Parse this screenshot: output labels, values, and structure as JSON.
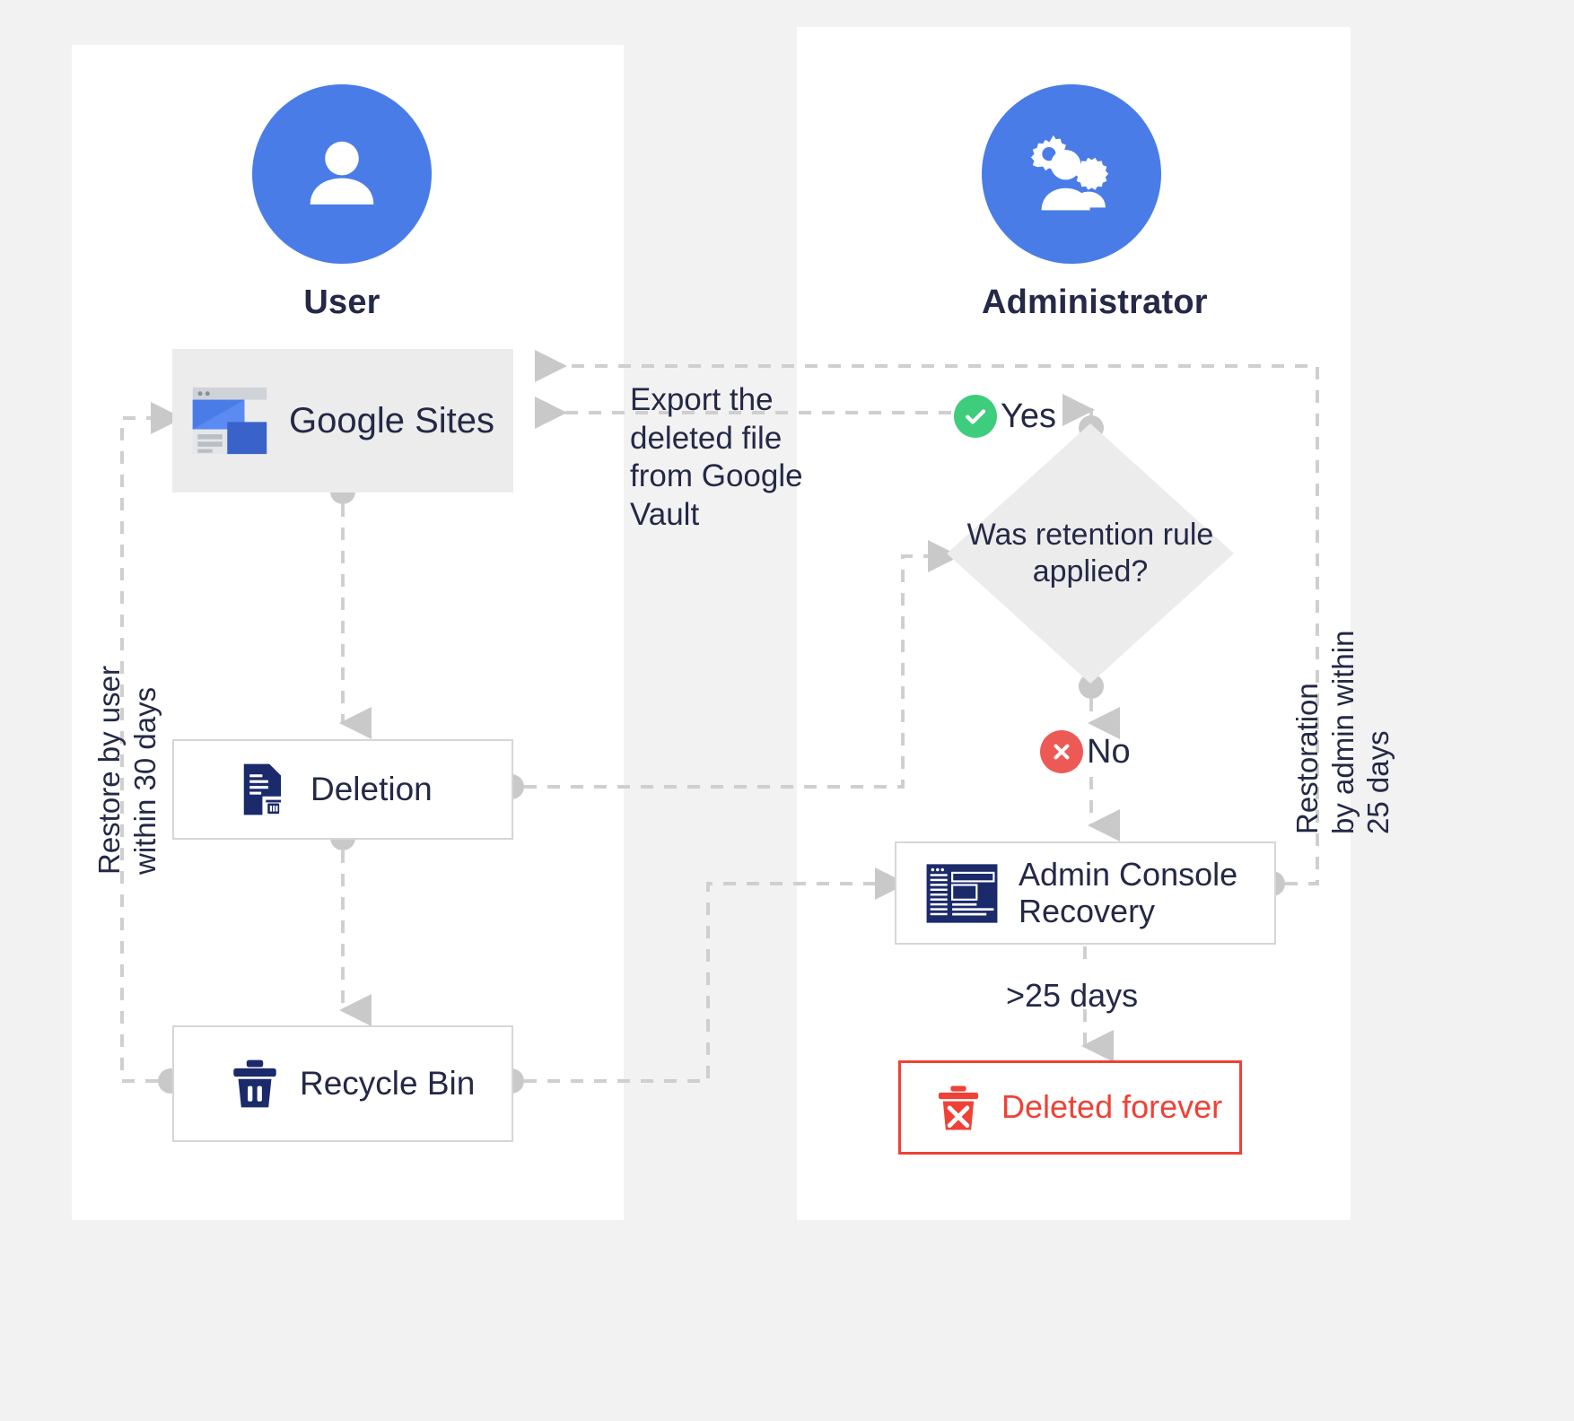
{
  "lanes": {
    "user": {
      "label": "User",
      "icon": "person-icon"
    },
    "admin": {
      "label": "Administrator",
      "icon": "people-gear-icon"
    }
  },
  "nodes": {
    "google_sites": {
      "label": "Google Sites",
      "icon": "google-sites-icon"
    },
    "deletion": {
      "label": "Deletion",
      "icon": "document-delete-icon"
    },
    "recycle_bin": {
      "label": "Recycle Bin",
      "icon": "trash-icon"
    },
    "decision": {
      "label": "Was retention rule applied?",
      "shape": "diamond"
    },
    "admin_console": {
      "label": "Admin Console Recovery",
      "icon": "admin-console-icon"
    },
    "deleted_forever": {
      "label": "Deleted forever",
      "icon": "trash-x-icon"
    }
  },
  "chips": {
    "yes": {
      "label": "Yes",
      "icon": "check-circle-icon",
      "color": "#3ecc7d"
    },
    "no": {
      "label": "No",
      "icon": "x-circle-icon",
      "color": "#ed5a55"
    }
  },
  "edge_labels": {
    "export_vault": "Export the deleted file from Google Vault",
    "restore_by_user": "Restore by user within 30 days",
    "restore_by_admin": "Restoration by admin within 25 days",
    "over_25_days": ">25 days"
  },
  "colors": {
    "accent_blue": "#4a7ce8",
    "icon_navy": "#1b2a6b",
    "danger_red": "#ef4136",
    "success_green": "#3ecc7d",
    "error_red": "#ed5a55",
    "connector_gray": "#cfcfcf",
    "panel_gray": "#ececec",
    "page_bg": "#f2f2f2",
    "text": "#232946"
  }
}
